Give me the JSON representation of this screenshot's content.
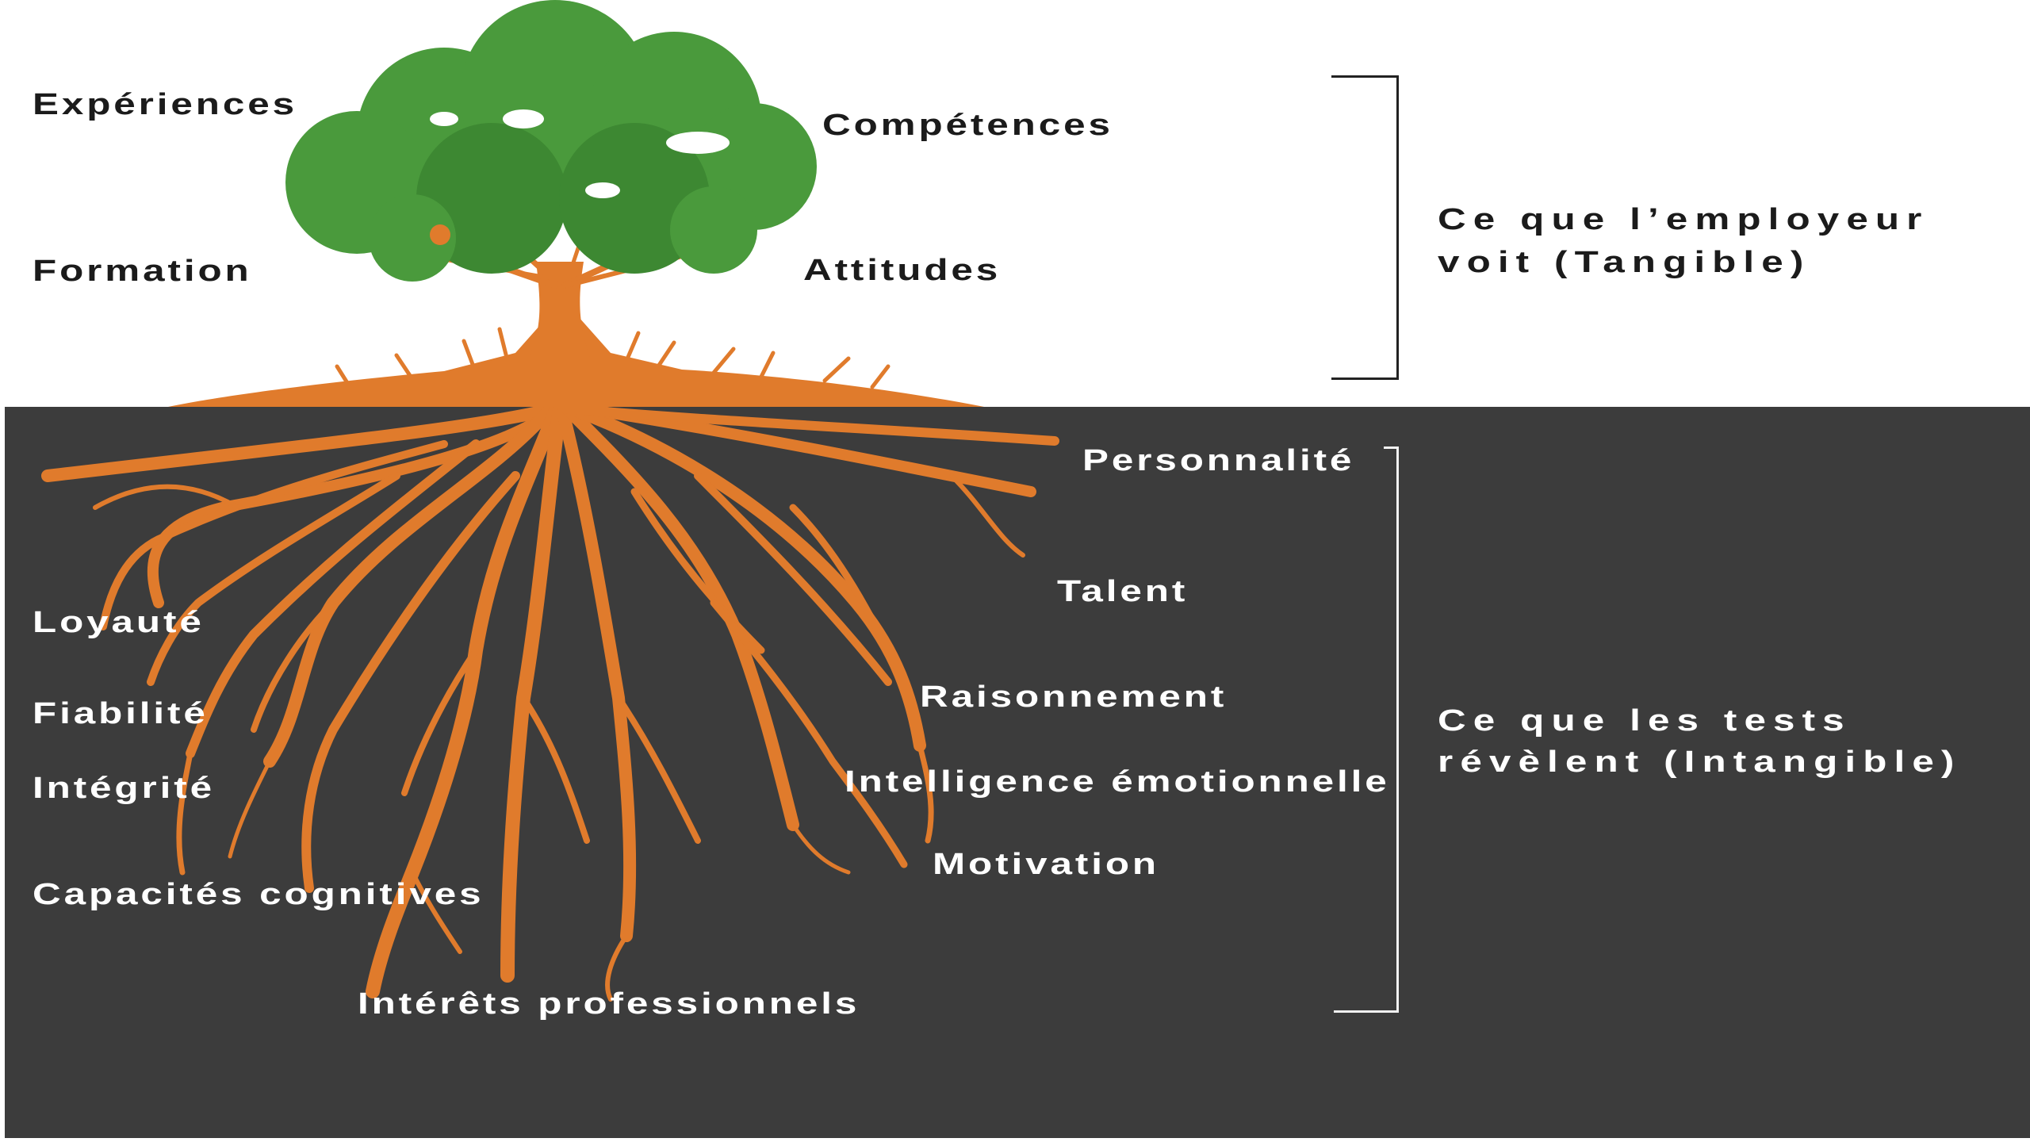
{
  "colors": {
    "canopy": "#4a9a3c",
    "canopy_dark": "#3d8832",
    "roots": "#e07b2c",
    "soil": "#3c3c3c"
  },
  "tangible": {
    "labels": {
      "experiences": "Expériences",
      "competences": "Compétences",
      "formation": "Formation",
      "attitudes": "Attitudes"
    },
    "caption_lines": [
      "Ce que l’employeur",
      "voit (Tangible)"
    ]
  },
  "intangible": {
    "labels": {
      "personnalite": "Personnalité",
      "talent": "Talent",
      "raisonnement": "Raisonnement",
      "intelligence_emotionnelle": "Intelligence émotionnelle",
      "motivation": "Motivation",
      "loyaute": "Loyauté",
      "fiabilite": "Fiabilité",
      "integrite": "Intégrité",
      "capacites_cognitives": "Capacités cognitives",
      "interets_professionnels": "Intérêts professionnels"
    },
    "caption_lines": [
      "Ce que les tests",
      "révèlent (Intangible)"
    ]
  }
}
